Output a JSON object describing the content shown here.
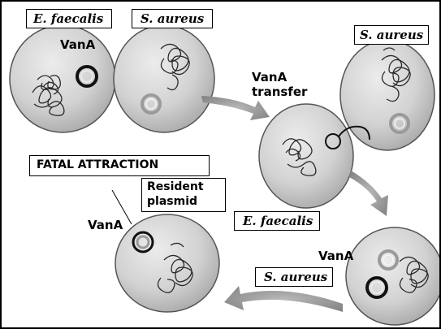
{
  "title": "FATAL ATTRACTION",
  "labels": {
    "top_left_species": "E. faecalis",
    "top_mid_species": "S. aureus",
    "top_right_species": "S. aureus",
    "middle_species": "E. faecalis",
    "bottom_species": "S. aureus",
    "vana_top": "VanA",
    "vana_transfer": "VanA\ntransfer",
    "resident_plasmid": "Resident\nplasmid",
    "vana_bottom_left": "VanA",
    "vana_bottom_right": "VanA"
  }
}
